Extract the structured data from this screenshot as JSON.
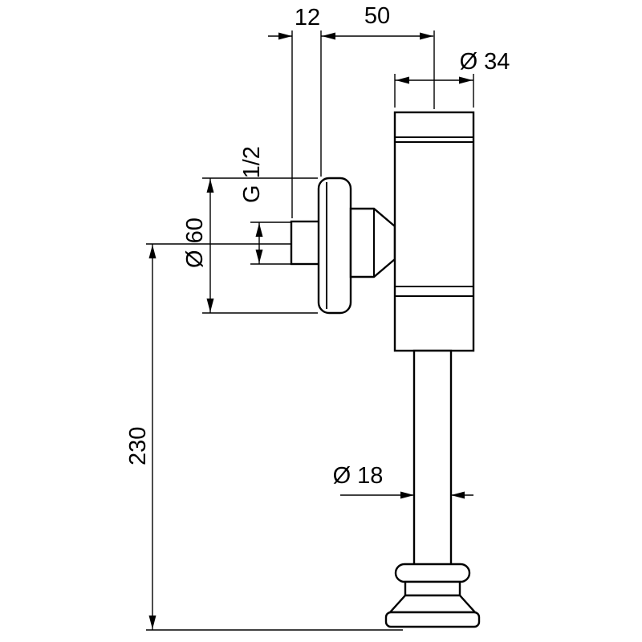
{
  "drawing": {
    "background_color": "#ffffff",
    "line_color": "#000000",
    "labels": {
      "nipple_length": "12",
      "axis_offset": "50",
      "body_diameter": "Ø 34",
      "thread": "G 1/2",
      "flange_diameter": "Ø 60",
      "overall_height": "230",
      "pipe_diameter": "Ø 18"
    }
  }
}
